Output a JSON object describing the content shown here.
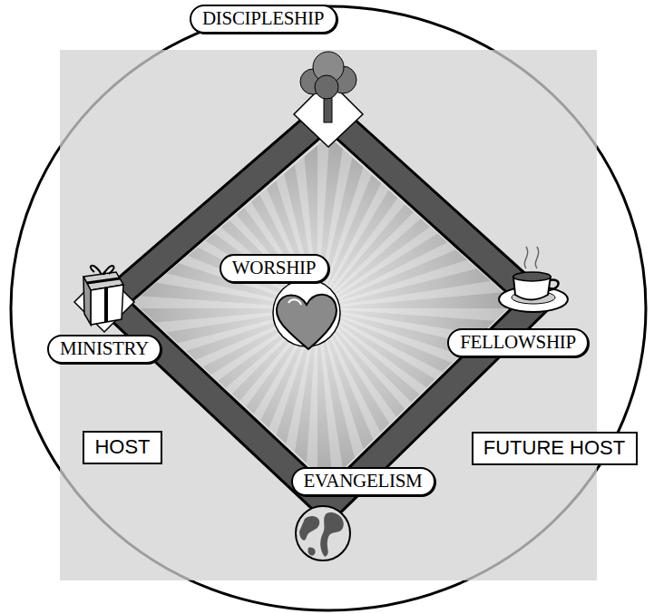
{
  "diagram": {
    "nodes": [
      {
        "text": [
          "DISCIPLESHIP"
        ]
      },
      {
        "text": [
          "WORSHIP"
        ]
      },
      {
        "text": [
          "MINISTRY"
        ]
      },
      {
        "text": [
          "FELLOWSHIP"
        ]
      },
      {
        "text": [
          "HOST"
        ]
      },
      {
        "text": [
          "FUTURE HOST"
        ]
      },
      {
        "text": [
          "EVANGELISM"
        ]
      }
    ]
  }
}
